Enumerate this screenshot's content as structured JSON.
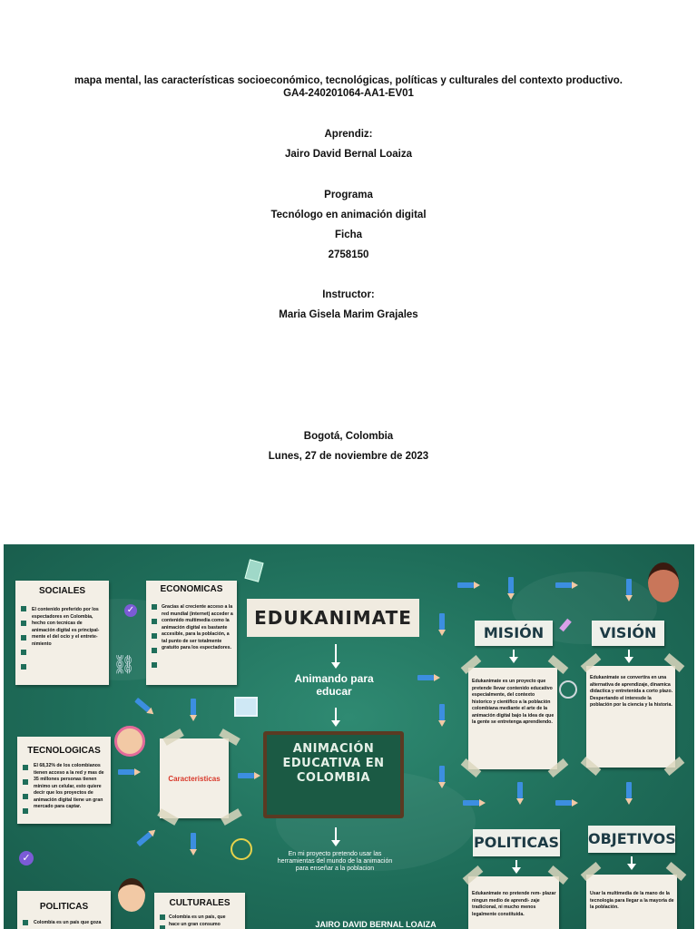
{
  "cover": {
    "title_line1": "mapa mental, las características socioeconómico, tecnológicas, políticas y culturales del contexto productivo.",
    "title_line2": "GA4-240201064-AA1-EV01",
    "apprentice_label": "Aprendiz:",
    "apprentice_name": "Jairo David Bernal Loaiza",
    "program_label": "Programa",
    "program_name": "Tecnólogo en animación digital",
    "ficha_label": "Ficha",
    "ficha_number": "2758150",
    "instructor_label": "Instructor:",
    "instructor_name": "Maria Gisela Marim Grajales",
    "city": "Bogotá, Colombia",
    "date": "Lunes, 27 de noviembre de 2023"
  },
  "mindmap": {
    "colors": {
      "board": "#1f6e5a",
      "note": "#f3efe6",
      "pencil": "#3c8ee0",
      "label": "#eef0ea"
    },
    "sociales": {
      "title": "SOCIALES",
      "body": "El contenido preferido por los espectadores en Colombia, hecho con tecnicas de animación digital es principal- mente el del ocio y el entrete- nimiento"
    },
    "economicas": {
      "title": "ECONOMICAS",
      "body": "Gracias al creciente acceso a la red mundial (internet) acceder a contenido multimedia como la animación digital es bastante accesible, para la población, a tal punto de ser totalmente gratuito para los espectadores."
    },
    "tecnologicas": {
      "title": "TECNOLOGICAS",
      "body": "El 68,32% de los colombianos tienen acceso a la red y mas de 35 millones personas tienen minimo un celular, esto quiere decir que los proyectos de animación digital tiene un gran mercado para captar."
    },
    "politicas_left": {
      "title": "POLITICAS",
      "body": "Colombia es un país que goza"
    },
    "culturales": {
      "title": "CULTURALES",
      "body": "Colombia es un país, que hace un gran consumo"
    },
    "center_note": "Caracteristicas",
    "brand": "EDUKANIMATE",
    "slogan": "Animando para educar",
    "board_title": "ANIMACIÓN EDUCATIVA EN COLOMBIA",
    "project_text": "En mi proyecto pretendo usar las herramientas del mundo de la animación para enseñar a la poblacion",
    "author": "JAIRO DAVID BERNAL LOAIZA",
    "mision": {
      "title": "MISIÓN",
      "body": "Edukanimate es un proyecto que pretende llevar contenido educativo especialmente, del contexto historico y cientifico a la población colombiana mediante el arte de la animación digital bajo la idea de que la gente se entretenga aprendiendo."
    },
    "vision": {
      "title": "VISIÓN",
      "body": "Edukanimate se convertira en una alternativa de aprendizaje, dinamica didactica y entretenida a corto plazo. Despertando el interesde la población por la ciencia y la historia."
    },
    "politicas_right": {
      "title": "POLITICAS",
      "body": "Edukanimate no pretende rem- plazar ningun medio de aprendi- zaje tradicional, ni mucho menos legalmente constituida."
    },
    "objetivos": {
      "title": "OBJETIVOS",
      "body": "Usar la multimedia de la mano de la tecnologia para llegar a la mayoria de la población."
    }
  }
}
